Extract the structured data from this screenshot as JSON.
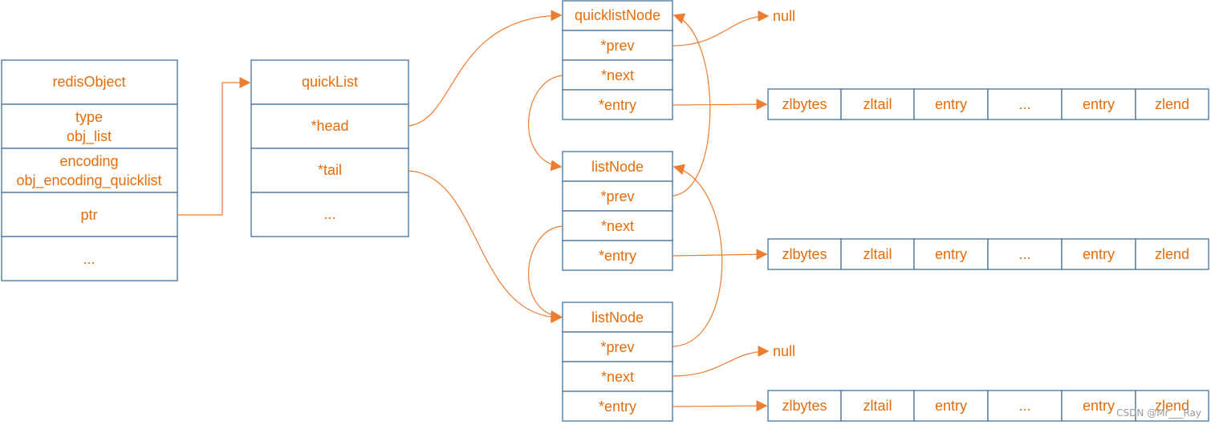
{
  "colors": {
    "box_border": "#41719c",
    "text": "#e46c0a",
    "arrow": "#ed7d31"
  },
  "redis_object": {
    "title": "redisObject",
    "type_label": "type",
    "type_value": "obj_list",
    "encoding_label": "encoding",
    "encoding_value": "obj_encoding_quicklist",
    "ptr": "ptr",
    "more": "..."
  },
  "quick_list": {
    "title": "quickList",
    "head": "*head",
    "tail": "*tail",
    "more": "..."
  },
  "nodes": [
    {
      "title": "quicklistNode",
      "prev": "*prev",
      "next": "*next",
      "entry": "*entry"
    },
    {
      "title": "listNode",
      "prev": "*prev",
      "next": "*next",
      "entry": "*entry"
    },
    {
      "title": "listNode",
      "prev": "*prev",
      "next": "*next",
      "entry": "*entry"
    }
  ],
  "ziplists": [
    [
      "zlbytes",
      "zltail",
      "entry",
      "...",
      "entry",
      "zlend"
    ],
    [
      "zlbytes",
      "zltail",
      "entry",
      "...",
      "entry",
      "zlend"
    ],
    [
      "zlbytes",
      "zltail",
      "entry",
      "...",
      "entry",
      "zlend"
    ]
  ],
  "null_top": "null",
  "null_bottom": "null",
  "watermark": "CSDN @Mr___Ray"
}
